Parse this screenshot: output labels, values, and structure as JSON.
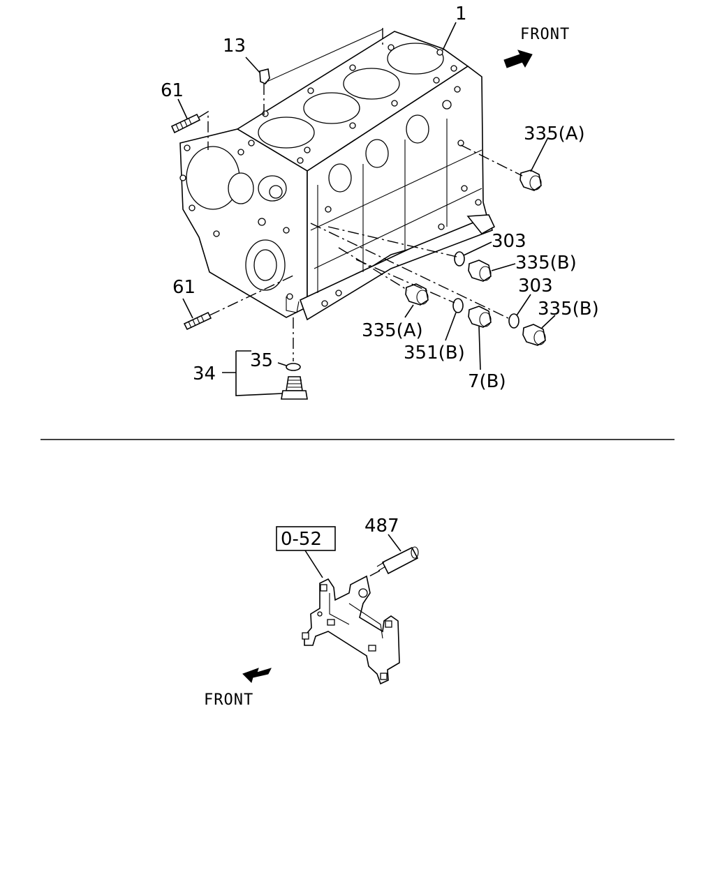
{
  "labels": {
    "top": {
      "front": "FRONT",
      "p1": "1",
      "p13": "13",
      "p61_upper": "61",
      "p61_lower": "61",
      "p335a_right": "335(A)",
      "p303_upper": "303",
      "p335b_upper": "335(B)",
      "p303_lower": "303",
      "p335b_lower": "335(B)",
      "p335a_lower": "335(A)",
      "p351b": "351(B)",
      "p7b": "7(B)",
      "p35": "35",
      "p34": "34"
    },
    "bottom": {
      "ref_box": "0-52",
      "p487": "487",
      "front": "FRONT"
    }
  }
}
